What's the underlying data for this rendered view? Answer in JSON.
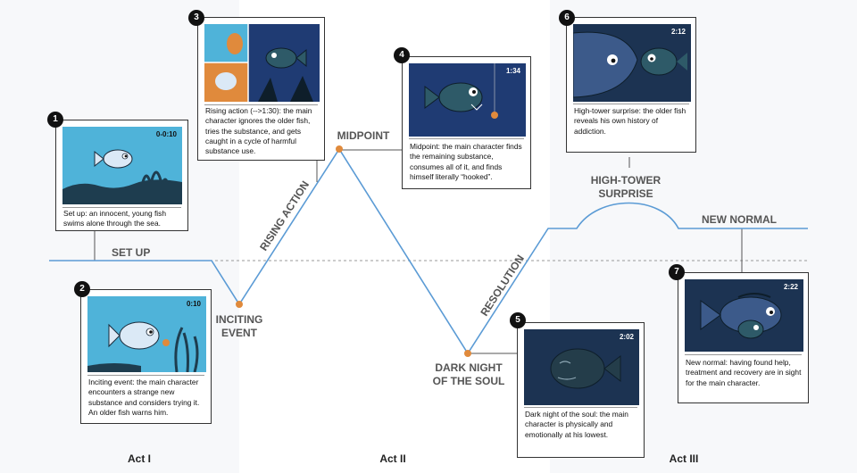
{
  "acts": [
    {
      "label": "Act I",
      "background": "#f7f8fa"
    },
    {
      "label": "Act II",
      "background": "#ffffff"
    },
    {
      "label": "Act III",
      "background": "#f7f8fa"
    }
  ],
  "colors": {
    "line": "#5b9bd5",
    "marker": "#e08a3c",
    "baseline": "#999999",
    "badge": "#111111",
    "underwater": "#1f3b73",
    "shallow_water": "#4fb3d9"
  },
  "phases": {
    "set_up": "SET UP",
    "inciting_event": [
      "INCITING",
      "EVENT"
    ],
    "rising_action": "RISING ACTION",
    "midpoint": "MIDPOINT",
    "dark_night": [
      "DARK NIGHT",
      "OF THE SOUL"
    ],
    "resolution": "RESOLUTION",
    "high_tower": [
      "HIGH-TOWER",
      "SURPRISE"
    ],
    "new_normal": "NEW NORMAL"
  },
  "cards": [
    {
      "number": "1",
      "timestamp": "0-0:10",
      "caption": "Set up: an innocent, young fish swims alone through the sea.",
      "thumbnail": "young-fish-swimming"
    },
    {
      "number": "2",
      "timestamp": "0:10",
      "caption": "Inciting event: the main character encounters a strange new substance and considers trying it. An older fish warns him.",
      "thumbnail": "fish-meets-substance"
    },
    {
      "number": "3",
      "timestamp": "",
      "caption": "Rising action (-->1:30): the main character ignores the older fish, tries the substance, and gets caught in a cycle of harmful substance use.",
      "thumbnail": "substance-collage"
    },
    {
      "number": "4",
      "timestamp": "1:34",
      "caption": "Midpoint: the main character finds the remaining substance, consumes all of it, and finds himself literally “hooked”.",
      "thumbnail": "hooked-fish"
    },
    {
      "number": "5",
      "timestamp": "2:02",
      "caption": "Dark night of the soul: the main character is physically and emotionally at his lowest.",
      "thumbnail": "sick-fish"
    },
    {
      "number": "6",
      "timestamp": "2:12",
      "caption": "High-tower surprise: the older fish reveals his own history of addiction.",
      "thumbnail": "older-fish-reveal"
    },
    {
      "number": "7",
      "timestamp": "2:22",
      "caption": "New normal: having found help, treatment and recovery are in sight for the main character.",
      "thumbnail": "fish-together"
    }
  ]
}
